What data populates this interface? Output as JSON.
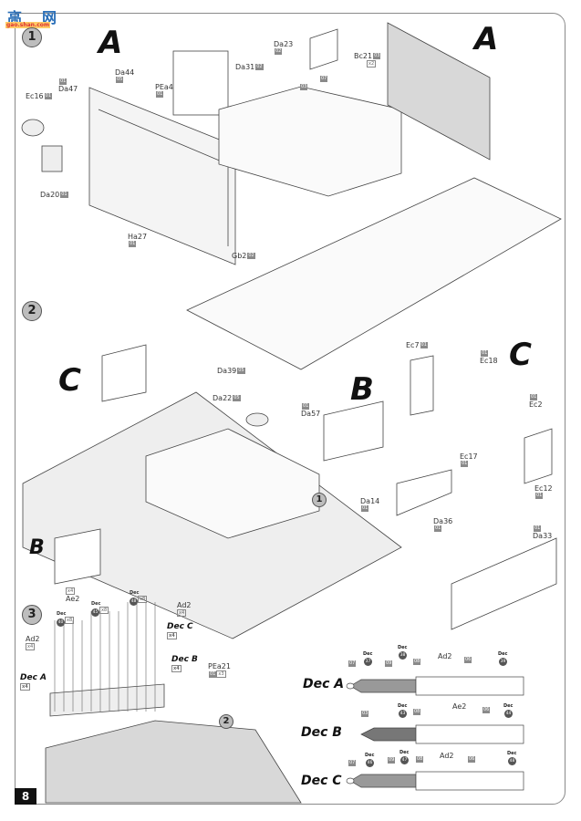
{
  "page": {
    "number": "8"
  },
  "logo": {
    "text_left": "高",
    "text_right": "网",
    "url_text": "gao.shan.com"
  },
  "steps": [
    {
      "number": "1"
    },
    {
      "number": "2"
    },
    {
      "number": "3"
    }
  ],
  "step_refs": {
    "step1_ref": "1",
    "step2_ref": "2"
  },
  "subassemblies": {
    "a": "A",
    "b": "B",
    "c": "C"
  },
  "step1_parts": {
    "ec16": {
      "name": "Ec16",
      "sprue": "01"
    },
    "da47": {
      "name": "Da47",
      "sprue": "01"
    },
    "da44": {
      "name": "Da44",
      "sprue": "05"
    },
    "pea4": {
      "name": "PEa4",
      "sprue": "01"
    },
    "da20": {
      "name": "Da20",
      "sprue": "01"
    },
    "ha27": {
      "name": "Ha27",
      "sprue": "01"
    },
    "da23": {
      "name": "Da23",
      "sprue": "02"
    },
    "da31": {
      "name": "Da31",
      "sprue": "02"
    },
    "bc21": {
      "name": "Bc21",
      "sprue": "03",
      "qty": "x2"
    },
    "tag07": "07",
    "tag03": "03",
    "gb2": {
      "name": "Gb2",
      "sprue": "02"
    }
  },
  "step2_parts": {
    "da39": {
      "name": "Da39",
      "sprue": "05"
    },
    "da22": {
      "name": "Da22",
      "sprue": "05"
    },
    "da57": {
      "name": "Da57",
      "sprue": "01"
    },
    "da14": {
      "name": "Da14",
      "sprue": "01"
    },
    "da36": {
      "name": "Da36",
      "sprue": "01"
    },
    "ec7": {
      "name": "Ec7",
      "sprue": "01"
    },
    "ec18": {
      "name": "Ec18",
      "sprue": "01"
    },
    "ec2": {
      "name": "Ec2",
      "sprue": "01"
    },
    "ec17": {
      "name": "Ec17",
      "sprue": "01"
    },
    "ec12": {
      "name": "Ec12",
      "sprue": "01"
    },
    "da33": {
      "name": "Da33",
      "sprue": "01"
    }
  },
  "step3_parts": {
    "ae2": {
      "name": "Ae2",
      "qty": "x4"
    },
    "ad2_left": {
      "name": "Ad2",
      "qty": "x4"
    },
    "ad2_right": {
      "name": "Ad2",
      "qty": "x4"
    },
    "dec40": {
      "label": "Dec",
      "num": "40",
      "qty": "x8"
    },
    "dec45": {
      "label": "Dec",
      "num": "45",
      "qty": "x8"
    },
    "dec48": {
      "label": "Dec",
      "num": "48",
      "qty": "x8"
    },
    "dec_a": {
      "name": "Dec A",
      "qty": "x4"
    },
    "dec_b": {
      "name": "Dec B",
      "qty": "x4"
    },
    "dec_c": {
      "name": "Dec C",
      "qty": "x4"
    },
    "pea21": {
      "name": "PEa21",
      "sprue": "01",
      "qty": "x3"
    }
  },
  "shells": [
    {
      "name": "Dec A",
      "tip": "07",
      "dec1": "37",
      "band1": "09",
      "dec2": "38",
      "band2": "08",
      "case": "Ad2",
      "case_color": "06",
      "dec3": "39"
    },
    {
      "name": "Dec B",
      "tip": "03",
      "dec2": "43",
      "band2": "08",
      "case": "Ae2",
      "case_color": "06",
      "dec3": "44"
    },
    {
      "name": "Dec C",
      "tip": "07",
      "dec1": "46",
      "band1": "09",
      "dec2": "47",
      "band2": "08",
      "case": "Ad2",
      "case_color": "06",
      "dec3": "48"
    }
  ],
  "dec_word": "Dec"
}
